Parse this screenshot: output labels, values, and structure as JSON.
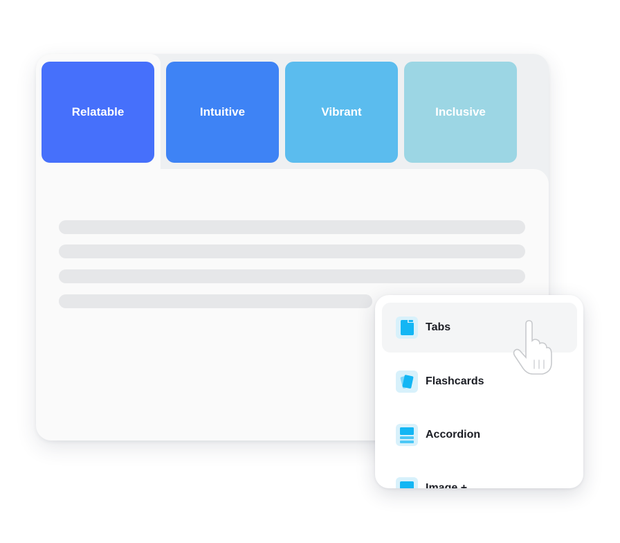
{
  "tabs": [
    {
      "label": "Relatable",
      "color": "#4670fb"
    },
    {
      "label": "Intuitive",
      "color": "#3e83f5"
    },
    {
      "label": "Vibrant",
      "color": "#5bbcee"
    },
    {
      "label": "Inclusive",
      "color": "#9cd6e4"
    }
  ],
  "menu": {
    "items": [
      {
        "label": "Tabs",
        "icon": "tabs-icon"
      },
      {
        "label": "Flashcards",
        "icon": "flashcards-icon"
      },
      {
        "label": "Accordion",
        "icon": "accordion-icon"
      },
      {
        "label": "Image +",
        "icon": "image-icon"
      }
    ]
  },
  "colors": {
    "accent": "#13b6f4",
    "icon_bg": "#d8f1fb",
    "placeholder_line": "#e6e7e9"
  }
}
